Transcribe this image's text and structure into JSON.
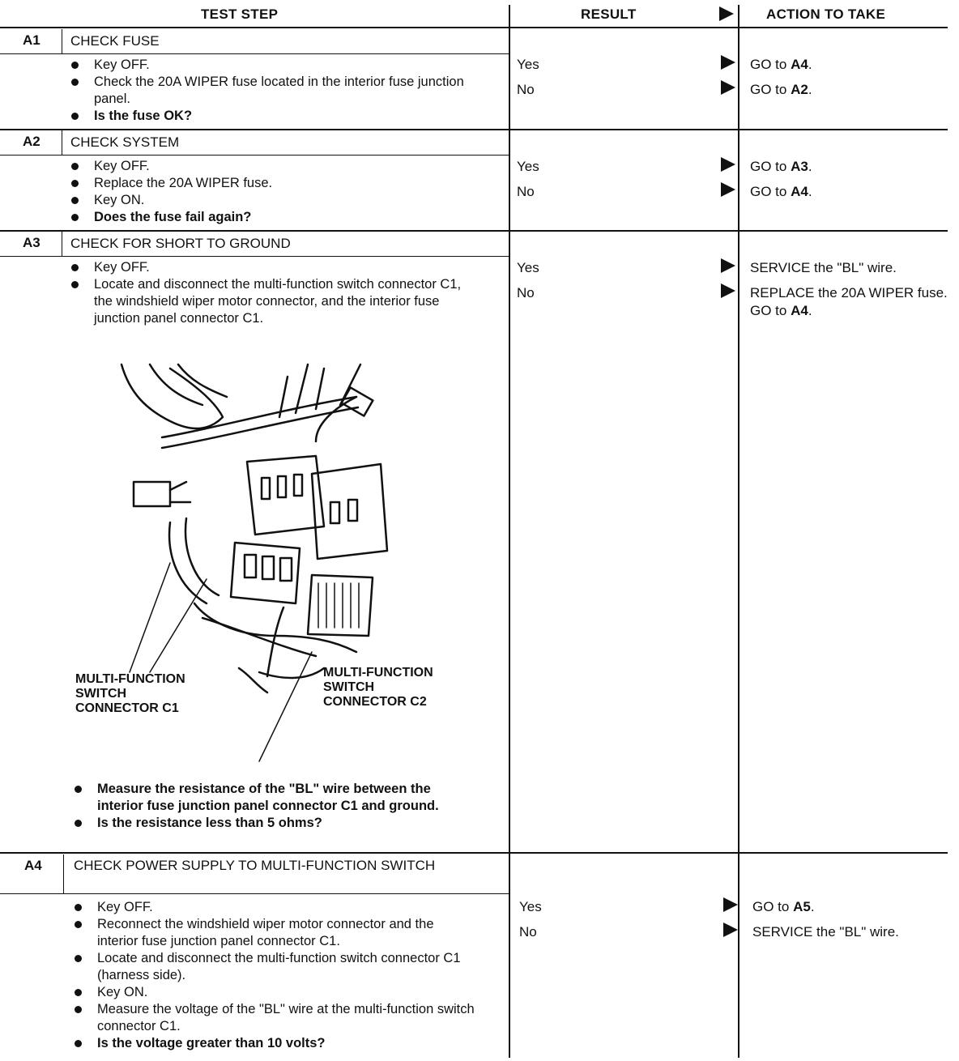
{
  "headers": {
    "test_step": "TEST STEP",
    "result": "RESULT",
    "action": "ACTION TO TAKE"
  },
  "steps": [
    {
      "id": "A1",
      "title": "CHECK FUSE",
      "bullets": [
        "Key OFF.",
        "Check the 20A WIPER fuse located in the interior fuse junction panel.",
        "Is the fuse OK?"
      ],
      "results": [
        {
          "result": "Yes",
          "action": "GO to ",
          "target": "A4",
          "suffix": "."
        },
        {
          "result": "No",
          "action": "GO to ",
          "target": "A2",
          "suffix": "."
        }
      ]
    },
    {
      "id": "A2",
      "title": "CHECK SYSTEM",
      "bullets": [
        "Key OFF.",
        "Replace the 20A WIPER fuse.",
        "Key ON.",
        "Does the fuse fail again?"
      ],
      "results": [
        {
          "result": "Yes",
          "action": "GO to ",
          "target": "A3",
          "suffix": "."
        },
        {
          "result": "No",
          "action": "GO to ",
          "target": "A4",
          "suffix": "."
        }
      ]
    },
    {
      "id": "A3",
      "title": "CHECK FOR SHORT TO GROUND",
      "bullets": [
        "Key OFF.",
        "Locate and disconnect the multi-function switch connector C1, the windshield wiper motor connector, and the interior fuse junction panel connector C1."
      ],
      "figure_labels": {
        "c1": "MULTI-FUNCTION SWITCH CONNECTOR C1",
        "c2": "MULTI-FUNCTION SWITCH CONNECTOR C2"
      },
      "bullets_after": [
        "Measure the resistance of the \"BL\" wire between the interior fuse junction panel connector C1 and ground.",
        "Is the resistance less than 5 ohms?"
      ],
      "results": [
        {
          "result": "Yes",
          "action": "SERVICE the \"BL\" wire.",
          "target": "",
          "suffix": ""
        },
        {
          "result": "No",
          "action": "REPLACE the 20A WIPER fuse. GO to ",
          "target": "A4",
          "suffix": "."
        }
      ]
    },
    {
      "id": "A4",
      "title": "CHECK POWER SUPPLY TO MULTI-FUNCTION SWITCH",
      "bullets": [
        "Key OFF.",
        "Reconnect the windshield wiper motor connector and the interior fuse junction panel connector C1.",
        "Locate and disconnect the multi-function switch connector C1 (harness side).",
        "Key ON.",
        "Measure the voltage of the \"BL\" wire at the multi-function switch connector C1.",
        "Is the voltage greater than 10 volts?"
      ],
      "results": [
        {
          "result": "Yes",
          "action": "GO to ",
          "target": "A5",
          "suffix": "."
        },
        {
          "result": "No",
          "action": "SERVICE the \"BL\" wire.",
          "target": "",
          "suffix": ""
        }
      ]
    }
  ]
}
